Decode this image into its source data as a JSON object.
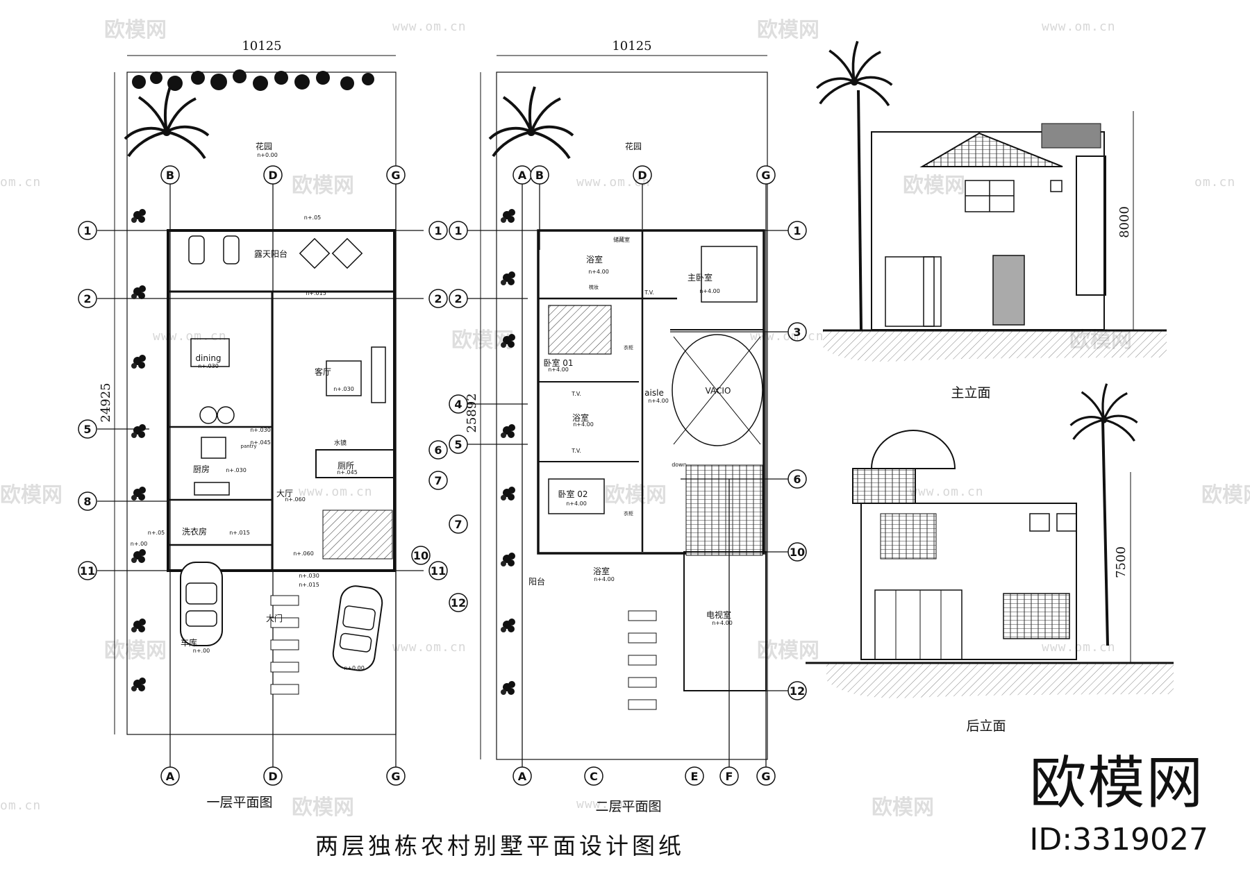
{
  "watermark": {
    "brand": "欧模网",
    "url": "www.om.cn",
    "domain": "om.cn"
  },
  "sheet_title": "两层独栋农村别墅平面设计图纸",
  "brand_box": {
    "name": "欧模网",
    "id": "ID:3319027"
  },
  "plan1": {
    "caption": "一层平面图",
    "width_dim": "10125",
    "height_dim": "24925",
    "grid_top": [
      "B",
      "D",
      "G"
    ],
    "grid_bottom": [
      "A",
      "D",
      "G"
    ],
    "grid_rows": [
      "1",
      "2",
      "5",
      "6",
      "7",
      "8",
      "10",
      "11"
    ],
    "rooms": {
      "garden": "花园",
      "garden_level": "n+0.00",
      "terrace": "露天阳台",
      "terrace_level": "n+.015",
      "top_level": "n+.05",
      "dining": "dining",
      "dining_level": "n+.030",
      "living": "客厅",
      "living_level": "n+.030",
      "kitchen": "厨房",
      "kitchen_level": "n+.030",
      "pantry": "pantry",
      "bath": "厕所",
      "bath_level": "n+.045",
      "sink": "水镜",
      "hall": "大厅",
      "hall_level": "n+.060",
      "laundry": "洗衣房",
      "laundry_level": "n+.015",
      "garage": "车库",
      "garage_level": "n+.00",
      "gate": "大门",
      "car_level": "n+0.00",
      "lvl_a": "n+.030",
      "lvl_b": "n+.045",
      "lvl_c": "n+.060",
      "lvl_d": "n+.030",
      "lvl_e": "n+.015",
      "lvl_f": "n+.05",
      "lvl_g": "n+.00"
    }
  },
  "plan2": {
    "caption": "二层平面图",
    "width_dim": "10125",
    "height_dim": "25892",
    "grid_top": [
      "A",
      "B",
      "D",
      "G"
    ],
    "grid_bottom": [
      "A",
      "C",
      "E",
      "F",
      "G"
    ],
    "grid_left": [
      "1",
      "2",
      "4",
      "5",
      "7",
      "12"
    ],
    "grid_right": [
      "1",
      "3",
      "6",
      "10",
      "12"
    ],
    "rooms": {
      "garden": "花园",
      "closet": "储藏室",
      "bath1": "浴室",
      "bath1_level": "n+4.00",
      "master": "主卧室",
      "master_level": "n+4.00",
      "bed1": "卧室 01",
      "bed1_level": "n+4.00",
      "bath2": "浴室",
      "bath2_level": "n+4.00",
      "aisle": "aisle",
      "aisle_level": "n+4.00",
      "void": "VACIO",
      "bed2": "卧室 02",
      "bed2_level": "n+4.00",
      "balcony": "阳台",
      "bath3": "浴室",
      "bath3_level": "n+4.00",
      "tv_room": "电视室",
      "tv_room_level": "n+4.00",
      "tv": "T.V.",
      "down": "down",
      "wardrobe": "衣柜",
      "vanity": "梳妆"
    }
  },
  "elevation_front": {
    "caption": "主立面",
    "height_dim": "8000"
  },
  "elevation_rear": {
    "caption": "后立面",
    "height_dim": "7500"
  }
}
